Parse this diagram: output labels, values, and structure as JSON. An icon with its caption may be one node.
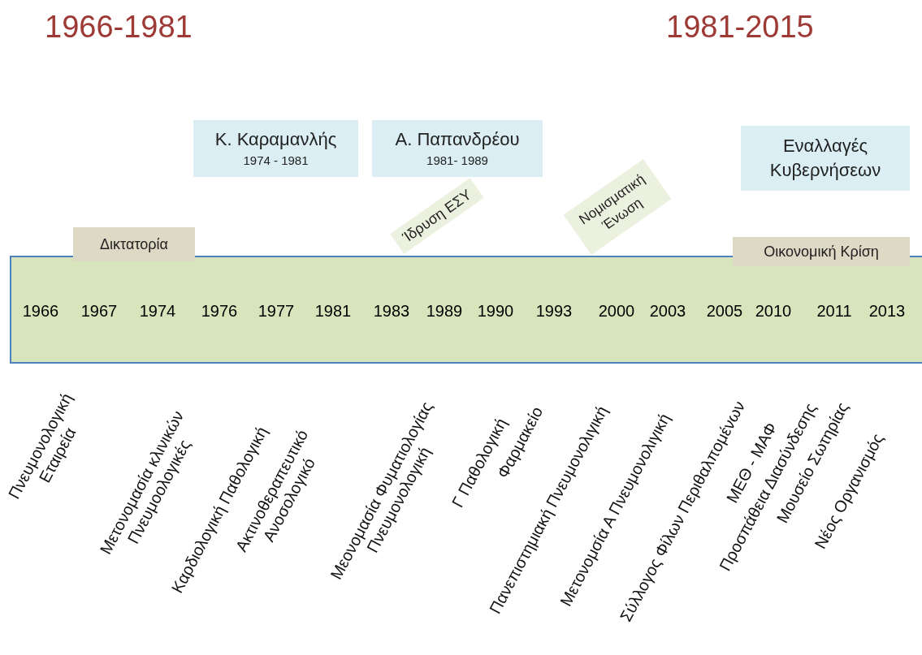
{
  "diagram": {
    "nodes": [
      {
        "text": [
          "1966",
          "1967",
          "1974",
          "1976",
          "1977",
          "1981",
          "1983",
          "1989",
          "1990",
          "1993",
          "2000",
          "2003",
          "2005",
          "2010",
          "2011",
          "2013"
        ]
      },
      {
        "text": [
          "Κ. Καραμανλής",
          "1974 - 1981"
        ]
      },
      {
        "text": [
          "Α. Παπανδρέου",
          "1981- 1989"
        ]
      },
      {
        "text": [
          "Εναλλαγές Κυβερνήσεων"
        ]
      },
      {
        "text": [
          "Δικτατορία"
        ]
      },
      {
        "text": [
          "Ίδρυση ΕΣΥ"
        ]
      },
      {
        "text": [
          "Νομισματική Ένωση"
        ]
      },
      {
        "text": [
          "Οικονομική Κρίση"
        ]
      }
    ],
    "labels": [
      "1966-1981",
      "1981-2015",
      "Πνευμονολογική Εταιρεία",
      "Μετονομασία κλινικών Πνευμοολογικές",
      "Καρδιολογική Παθολογική",
      "Ακτινοθεραπευτικό Ανοσολογικό",
      "Μεονομασία Φυματιολογίας Πνευμονολογική",
      "Γ Παθολογική",
      "Φαρμακείο",
      "Πανεπιστημιακή Πνευμονολιγική",
      "Μετονομσία Α Πνευμονολιγική",
      "Σύλλογος Φίλων Περιθαλπομένων",
      "ΜΕΘ - ΜΑΦ",
      "Προσπάθεια Διασύνδεσης",
      "Μουσείο Σωτηρίας",
      "Νέος Οργανισμός"
    ]
  }
}
